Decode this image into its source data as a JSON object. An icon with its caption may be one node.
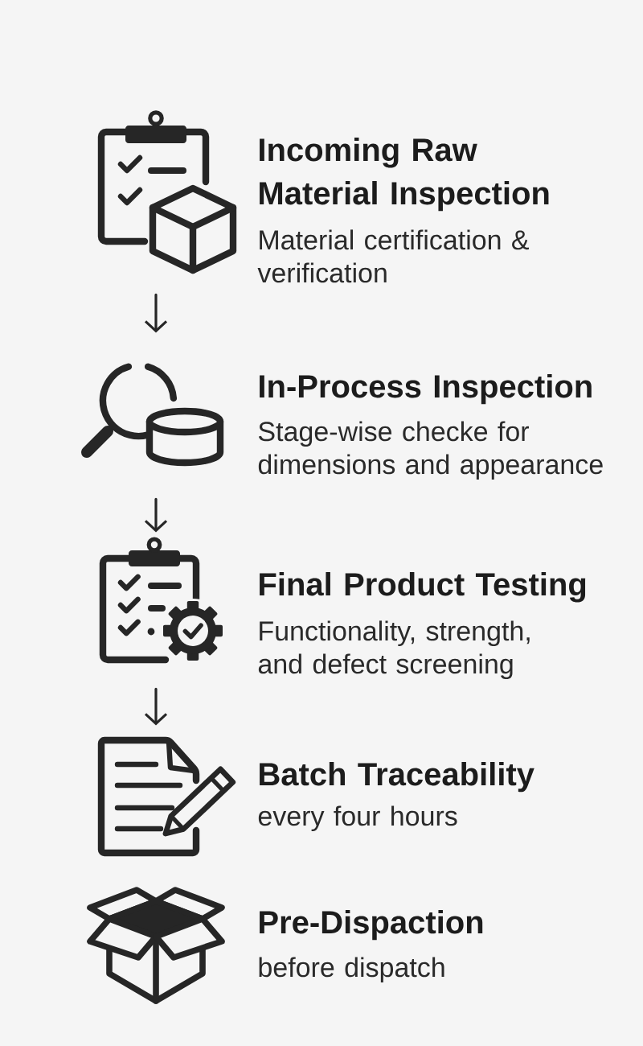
{
  "diagram": {
    "nodes": [
      {
        "text": [],
        "shape": "picture",
        "beside": [
          "Incoming Raw Material Inspection",
          "Material certification & verification"
        ]
      },
      {
        "text": [],
        "shape": "picture",
        "beside": [
          "In-Process Inspection",
          "Stage-wise checke for dimensions and appearance"
        ]
      },
      {
        "text": [],
        "shape": "picture",
        "beside": [
          "Final Product Testing",
          "Functionality, strength, and defect screening"
        ]
      },
      {
        "text": [],
        "shape": "picture",
        "beside": [
          "Batch Traceability",
          "every four hours"
        ]
      },
      {
        "text": [],
        "shape": "picture",
        "beside": [
          "Pre-Dispaction",
          "before dispatch"
        ]
      }
    ],
    "edges": [
      {
        "from": 0,
        "to": 1,
        "arrow": "to"
      },
      {
        "from": 1,
        "to": 2,
        "arrow": "to"
      },
      {
        "from": 2,
        "to": 3,
        "arrow": "to"
      }
    ]
  }
}
